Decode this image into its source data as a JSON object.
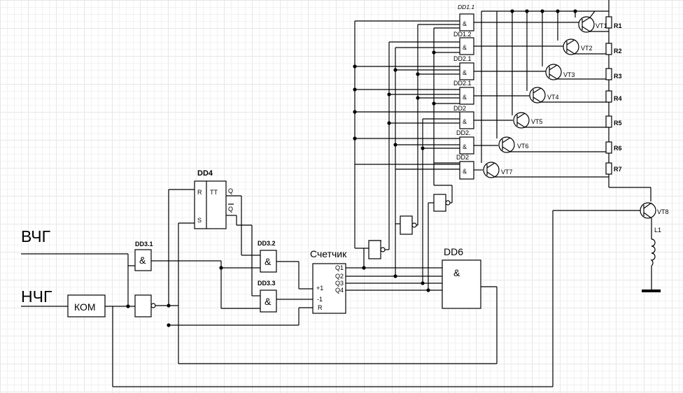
{
  "signals": {
    "vchg": "ВЧГ",
    "nchg": "НЧГ"
  },
  "blocks": {
    "kom": "КОМ",
    "dd31": "DD3.1",
    "dd32": "DD3.2",
    "dd33": "DD3.3",
    "dd4": "DD4",
    "dd6": "DD6",
    "counter": "Счетчик"
  },
  "gate": {
    "and": "&"
  },
  "trigger": {
    "r": "R",
    "s": "S",
    "tt": "TT",
    "q": "Q",
    "qbar": "Q"
  },
  "counter_pins": {
    "in_plus": "+1",
    "in_minus": "-1",
    "in_r": "R",
    "q1": "Q1",
    "q2": "Q2",
    "q3": "Q3",
    "q4": "Q4"
  },
  "decoder_gates": [
    "DD1.1",
    "DD1.2",
    "DD2.1",
    "DD2.1",
    "DD2",
    "DD2.",
    "DD2"
  ],
  "transistors": [
    "VT1",
    "VT2",
    "VT3",
    "VT4",
    "VT5",
    "VT6",
    "VT7",
    "VT8"
  ],
  "resistors": [
    "R1",
    "R2",
    "R3",
    "R4",
    "R5",
    "R6",
    "R7"
  ],
  "coil": "L1"
}
